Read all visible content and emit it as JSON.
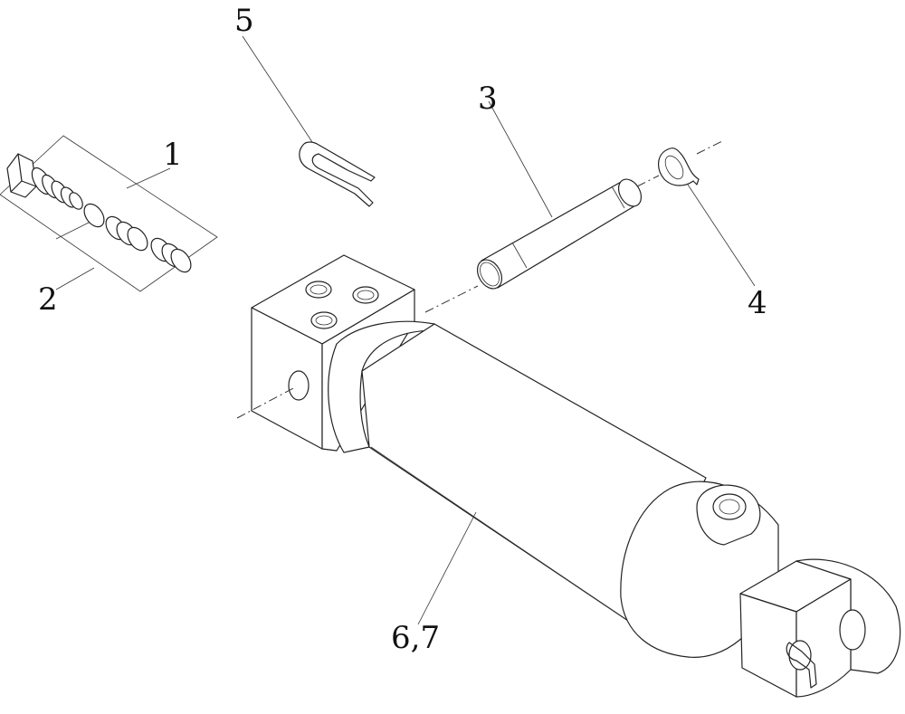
{
  "callouts": {
    "c1": "1",
    "c2": "2",
    "c3": "3",
    "c4": "4",
    "c5": "5",
    "c67": "6,7"
  }
}
